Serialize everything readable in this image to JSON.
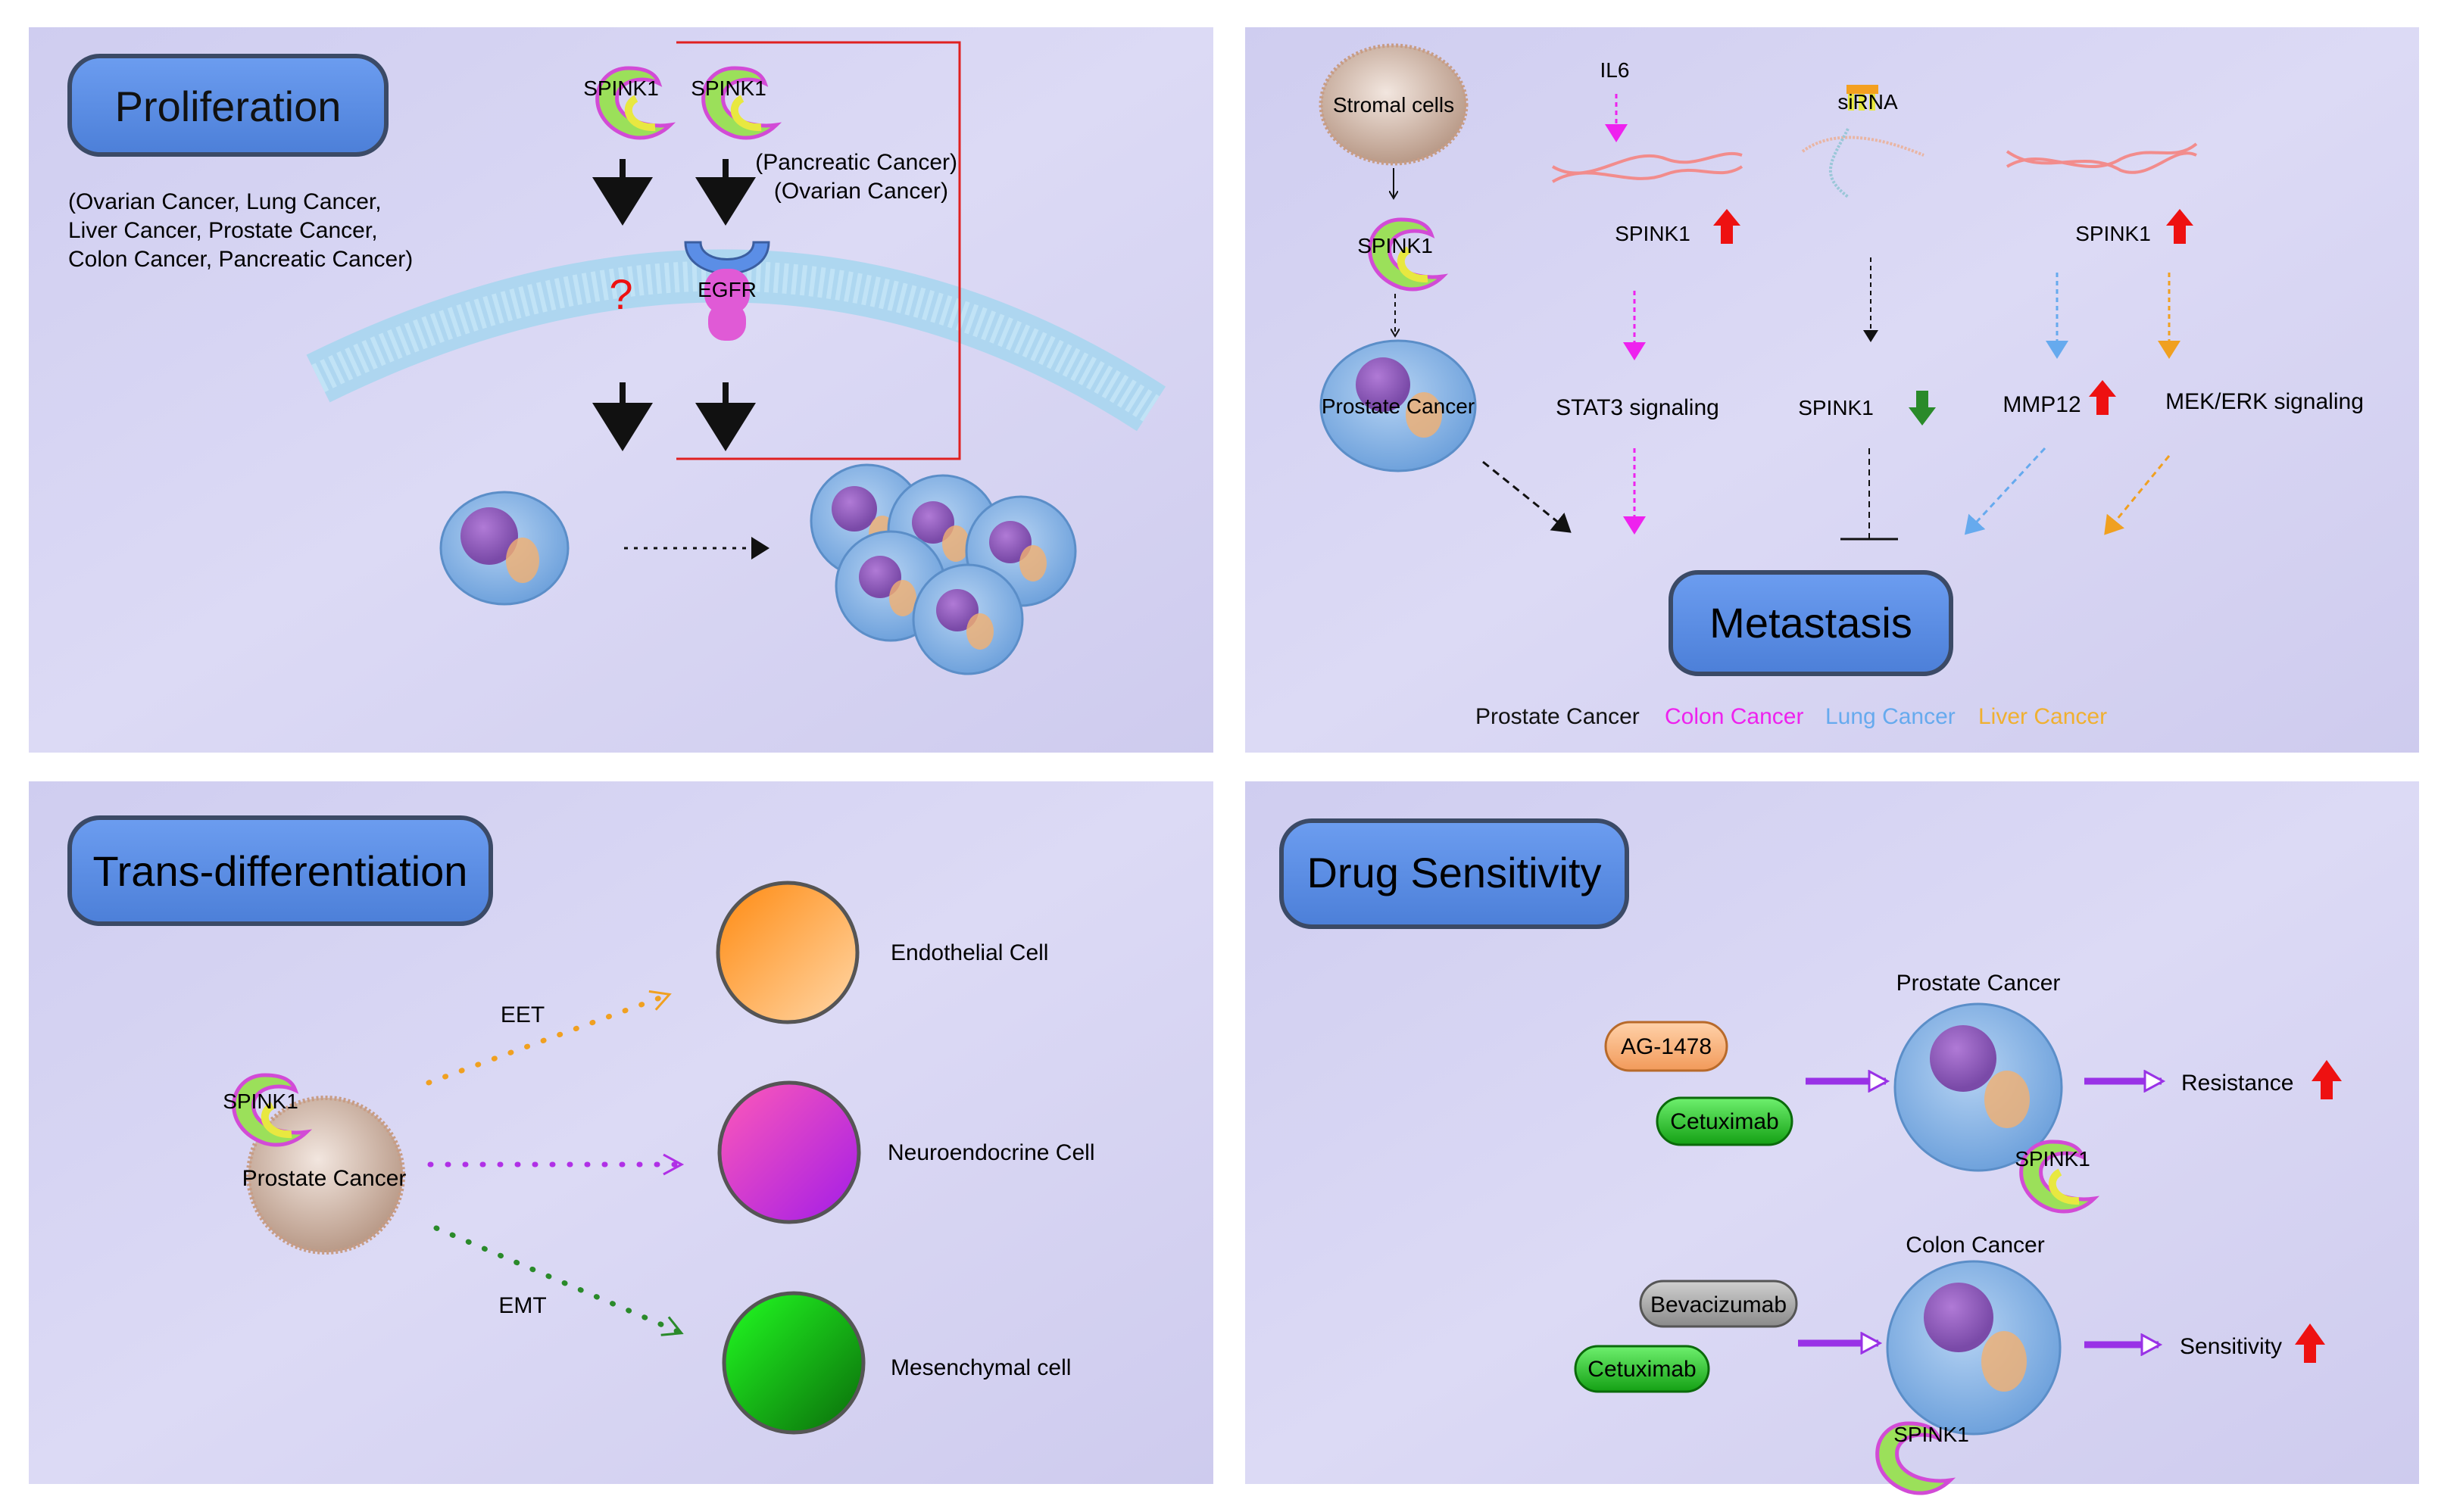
{
  "colors": {
    "panel_bg": "#d6d5f2",
    "title_box": "#5b8ee6",
    "title_box_stroke": "#3b4a66",
    "spink1_green": "#9be05a",
    "spink1_yellow": "#e8e840",
    "spink1_magenta": "#d24bd6",
    "egfr_blue": "#5b8ee6",
    "egfr_pink": "#e05ad6",
    "membrane": "#a9d6ef",
    "cell_blue": "#7fb0e4",
    "nucleus_purple": "#8a5ab8",
    "red_up": "#ee1111",
    "green_down": "#2a8a2a",
    "magenta_line": "#ee22ee",
    "blue_line": "#66aaee",
    "orange_line": "#f0a020",
    "purple_arrow": "#9932e6",
    "orange_cell": "#f28c1a",
    "magenta_cell": "#d23bd6",
    "green_cell": "#18b818",
    "pill_orange": "#f4b07a",
    "pill_green": "#1ec21e",
    "pill_gray": "#9a9a9a",
    "colon_label": "#ee22ee",
    "lung_label": "#66aaee",
    "liver_label": "#f0b030"
  },
  "proliferation": {
    "title": "Proliferation",
    "cancers_line1": "(Ovarian Cancer, Lung Cancer,",
    "cancers_line2": "Liver Cancer, Prostate Cancer,",
    "cancers_line3": "Colon Cancer, Pancreatic Cancer)",
    "spink1_left": "SPINK1",
    "spink1_right": "SPINK1",
    "egfr_cancers_line1": "(Pancreatic Cancer)",
    "egfr_cancers_line2": "(Ovarian Cancer)",
    "unknown_mark": "?",
    "receptor": "EGFR"
  },
  "metastasis": {
    "title": "Metastasis",
    "stromal": "Stromal cells",
    "spink1_a": "SPINK1",
    "prostate": "Prostate Cancer",
    "il6": "IL6",
    "spink1_b": "SPINK1",
    "stat3": "STAT3 signaling",
    "sirna": "siRNA",
    "spink1_c": "SPINK1",
    "spink1_d": "SPINK1",
    "mmp12": "MMP12",
    "mek": "MEK/ERK signaling",
    "legend": [
      "Prostate Cancer",
      "Colon Cancer",
      "Lung Cancer",
      "Liver Cancer"
    ]
  },
  "transdiff": {
    "title": "Trans-differentiation",
    "spink1": "SPINK1",
    "prostate": "Prostate Cancer",
    "eet": "EET",
    "emt": "EMT",
    "endothelial": "Endothelial Cell",
    "neuroendocrine": "Neuroendocrine Cell",
    "mesenchymal": "Mesenchymal cell"
  },
  "drug": {
    "title": "Drug Sensitivity",
    "prostate": "Prostate Cancer",
    "colon": "Colon Cancer",
    "ag1478": "AG-1478",
    "cetuximab_a": "Cetuximab",
    "bevacizumab": "Bevacizumab",
    "cetuximab_b": "Cetuximab",
    "spink1_a": "SPINK1",
    "spink1_b": "SPINK1",
    "resistance": "Resistance",
    "sensitivity": "Sensitivity"
  }
}
